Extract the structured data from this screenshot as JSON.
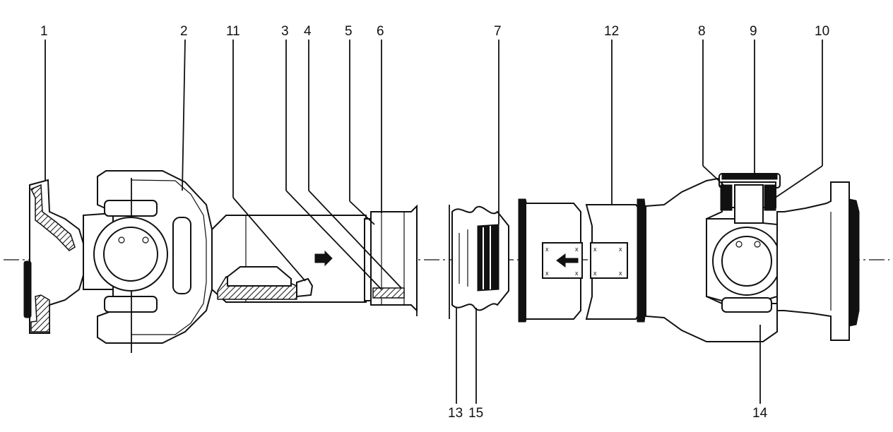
{
  "diagram": {
    "callouts": [
      {
        "id": "1",
        "label": "1"
      },
      {
        "id": "2",
        "label": "2"
      },
      {
        "id": "11",
        "label": "11"
      },
      {
        "id": "3",
        "label": "3"
      },
      {
        "id": "4",
        "label": "4"
      },
      {
        "id": "5",
        "label": "5"
      },
      {
        "id": "6",
        "label": "6"
      },
      {
        "id": "7",
        "label": "7"
      },
      {
        "id": "12",
        "label": "12"
      },
      {
        "id": "8",
        "label": "8"
      },
      {
        "id": "9",
        "label": "9"
      },
      {
        "id": "10",
        "label": "10"
      },
      {
        "id": "13",
        "label": "13"
      },
      {
        "id": "15",
        "label": "15"
      },
      {
        "id": "14",
        "label": "14"
      }
    ]
  }
}
